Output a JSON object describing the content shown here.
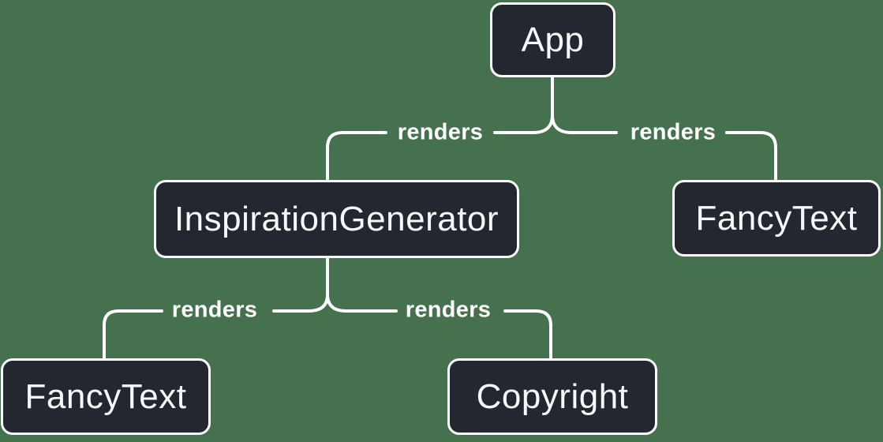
{
  "colors": {
    "background": "#45714e",
    "node_fill": "#23272f",
    "node_border": "#ffffff",
    "node_text": "#f6f7f9",
    "connector_line": "#ffffff",
    "edge_label_text": "#ffffff"
  },
  "nodes": {
    "app": {
      "label": "App"
    },
    "inspiration_generator": {
      "label": "InspirationGenerator"
    },
    "fancy_text_top": {
      "label": "FancyText"
    },
    "fancy_text_bottom": {
      "label": "FancyText"
    },
    "copyright": {
      "label": "Copyright"
    }
  },
  "edges": [
    {
      "from": "App",
      "to": "InspirationGenerator",
      "label": "renders"
    },
    {
      "from": "App",
      "to": "FancyText",
      "label": "renders"
    },
    {
      "from": "InspirationGenerator",
      "to": "FancyText",
      "label": "renders"
    },
    {
      "from": "InspirationGenerator",
      "to": "Copyright",
      "label": "renders"
    }
  ]
}
